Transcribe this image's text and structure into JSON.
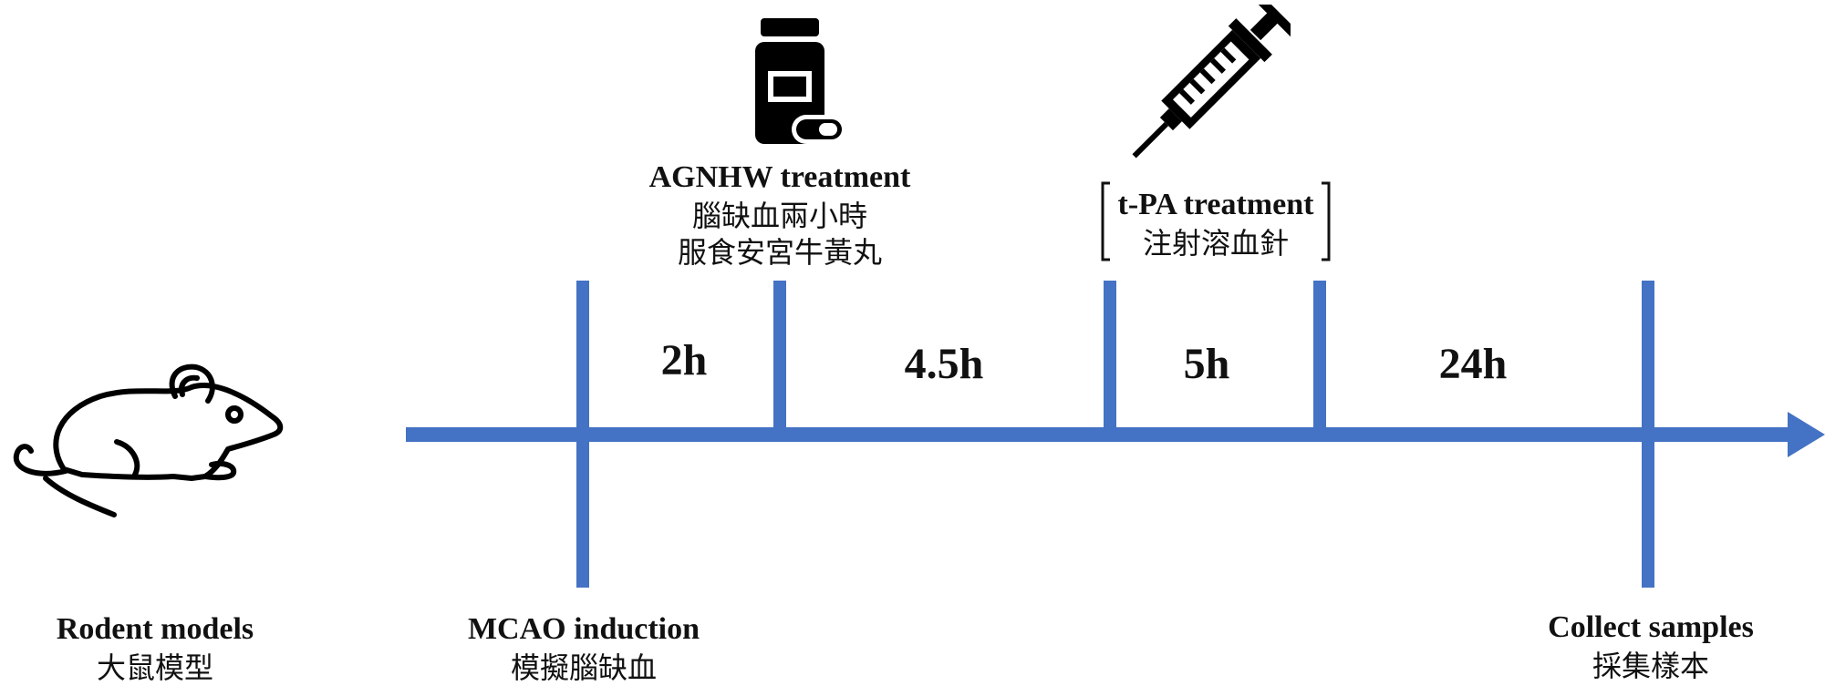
{
  "colors": {
    "timeline": "#4472C4",
    "text": "#111111",
    "icon": "#000000"
  },
  "icons": [
    "mouse-icon",
    "medicine-bottle-icon",
    "syringe-icon"
  ],
  "labels": {
    "rodent": {
      "en": "Rodent models",
      "zh": "大鼠模型"
    },
    "mcao": {
      "en": "MCAO induction",
      "zh": "模擬腦缺血"
    },
    "agnhw": {
      "en": "AGNHW treatment",
      "zh_line1": "腦缺血兩小時",
      "zh_line2": "服食安宮牛黃丸"
    },
    "tpa": {
      "en": "t-PA treatment",
      "zh": "注射溶血針"
    },
    "collect": {
      "en": "Collect samples",
      "zh": "採集樣本"
    }
  },
  "durations": [
    "2h",
    "4.5h",
    "5h",
    "24h"
  ]
}
